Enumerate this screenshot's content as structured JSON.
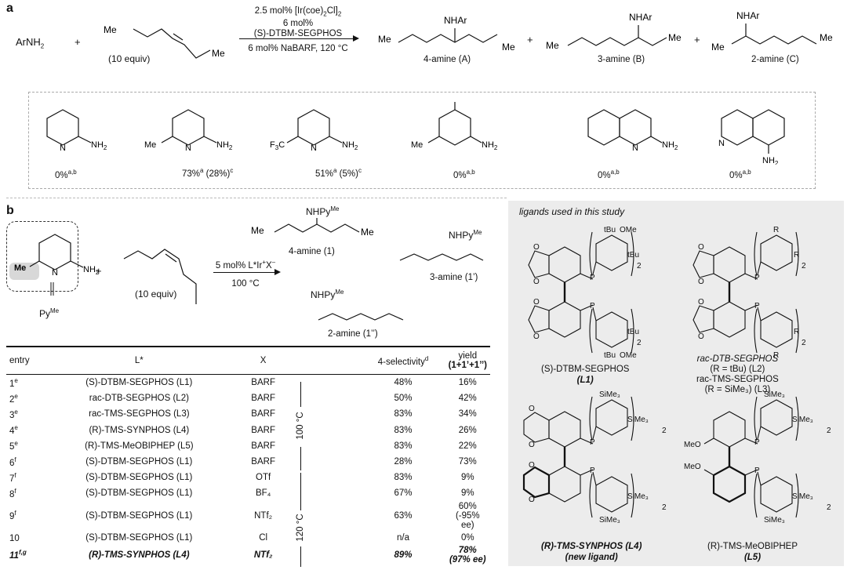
{
  "panel_a": {
    "label": "a",
    "reactant_amine": "ArNH",
    "reactant_amine_sub": "2",
    "plus": "+",
    "alkene_me1": "Me",
    "alkene_me2": "Me",
    "alkene_equiv": "(10 equiv)",
    "cond_line1": "2.5 mol% [Ir(coe)",
    "cond_line1_sub": "2",
    "cond_line1_end": "Cl]",
    "cond_line1_sub2": "2",
    "cond_line2": "6 mol%",
    "cond_line3": "(S)-DTBM-SEGPHOS",
    "cond_line4": "6 mol% NaBARF, 120 °C",
    "products": [
      {
        "nh": "NHAr",
        "me_left": "Me",
        "me_right": "Me",
        "caption": "4-amine (A)"
      },
      {
        "nh": "NHAr",
        "me_left": "Me",
        "me_right": "Me",
        "caption": "3-amine (B)"
      },
      {
        "nh": "NHAr",
        "me_left": "Me",
        "me_right": "Me",
        "caption": "2-amine (C)"
      }
    ],
    "substrates": [
      {
        "label": "0%",
        "sup": "a,b",
        "extra": "",
        "extra_sup": ""
      },
      {
        "label": "73%",
        "sup": "a",
        "extra": " (28%)",
        "extra_sup": "c"
      },
      {
        "label": "51%",
        "sup": "a",
        "extra": " (5%)",
        "extra_sup": "c"
      },
      {
        "label": "0%",
        "sup": "a,b",
        "extra": "",
        "extra_sup": ""
      },
      {
        "label": "0%",
        "sup": "a,b",
        "extra": "",
        "extra_sup": ""
      },
      {
        "label": "0%",
        "sup": "a,b",
        "extra": "",
        "extra_sup": ""
      }
    ]
  },
  "panel_b": {
    "label": "b",
    "pyme_label": "Py",
    "pyme_sup": "Me",
    "alkene_equiv": "(10 equiv)",
    "cond_line1": "5 mol% L*Ir",
    "cond_line1_sup": "+",
    "cond_line1_end": "X",
    "cond_line1_sup2": "–",
    "cond_line2": "100 °C",
    "products": [
      {
        "nh": "NHPy",
        "nh_sup": "Me",
        "caption": "4-amine (1)"
      },
      {
        "nh": "NHPy",
        "nh_sup": "Me",
        "caption": "3-amine (1’)"
      },
      {
        "nh": "NHPy",
        "nh_sup": "Me",
        "caption": "2-amine (1’’)"
      }
    ]
  },
  "table": {
    "headers": {
      "entry": "entry",
      "ligand": "L*",
      "x": "X",
      "sel": "4-selectivity",
      "sel_sup": "d",
      "yield_line1": "yield",
      "yield_line2": "(1+1’+1’’)"
    },
    "temp_labels": [
      "100 °C",
      "120 °C"
    ],
    "rows": [
      {
        "entry": "1",
        "esup": "e",
        "ligand": "(S)-DTBM-SEGPHOS (L1)",
        "x": "BARF",
        "sel": "48%",
        "yield": "16%"
      },
      {
        "entry": "2",
        "esup": "e",
        "ligand": "rac-DTB-SEGPHOS (L2)",
        "x": "BARF",
        "sel": "50%",
        "yield": "42%"
      },
      {
        "entry": "3",
        "esup": "e",
        "ligand": "rac-TMS-SEGPHOS (L3)",
        "x": "BARF",
        "sel": "83%",
        "yield": "34%"
      },
      {
        "entry": "4",
        "esup": "e",
        "ligand": "(R)-TMS-SYNPHOS (L4)",
        "x": "BARF",
        "sel": "83%",
        "yield": "26%"
      },
      {
        "entry": "5",
        "esup": "e",
        "ligand": "(R)-TMS-MeOBIPHEP (L5)",
        "x": "BARF",
        "sel": "83%",
        "yield": "22%"
      },
      {
        "entry": "6",
        "esup": "f",
        "ligand": "(S)-DTBM-SEGPHOS (L1)",
        "x": "BARF",
        "sel": "28%",
        "yield": "73%"
      },
      {
        "entry": "7",
        "esup": "f",
        "ligand": "(S)-DTBM-SEGPHOS (L1)",
        "x": "OTf",
        "sel": "83%",
        "yield": "9%"
      },
      {
        "entry": "8",
        "esup": "f",
        "ligand": "(S)-DTBM-SEGPHOS (L1)",
        "x": "BF₄",
        "sel": "67%",
        "yield": "9%"
      },
      {
        "entry": "9",
        "esup": "f",
        "ligand": "(S)-DTBM-SEGPHOS (L1)",
        "x": "NTf₂",
        "sel": "63%",
        "yield": "60% (-95% ee)"
      },
      {
        "entry": "10",
        "esup": "",
        "ligand": "(S)-DTBM-SEGPHOS (L1)",
        "x": "Cl",
        "sel": "n/a",
        "yield": "0%"
      },
      {
        "entry": "11",
        "esup": "f,g",
        "ligand": "(R)-TMS-SYNPHOS (L4)",
        "x": "NTf₂",
        "sel": "89%",
        "yield": "78% (97% ee)"
      }
    ]
  },
  "ligands": {
    "title": "ligands used in this study",
    "l1_name": "(S)-DTBM-SEGPHOS",
    "l1_tag": "(L1)",
    "l2_name": "rac-DTB-SEGPHOS",
    "l2_sub": "(R = tBu) (L2)",
    "l3_name": "rac-TMS-SEGPHOS",
    "l3_sub": "(R = SiMe₃) (L3)",
    "l4_name": "(R)-TMS-SYNPHOS (L4)",
    "l4_sub": "(new ligand)",
    "l5_name": "(R)-TMS-MeOBIPHEP",
    "l5_tag": "(L5)",
    "atoms": {
      "tbu": "tBu",
      "ome": "OMe",
      "p": "P",
      "two": "2",
      "r": "R",
      "sime3": "SiMe₃",
      "meo": "MeO",
      "o": "O"
    }
  }
}
